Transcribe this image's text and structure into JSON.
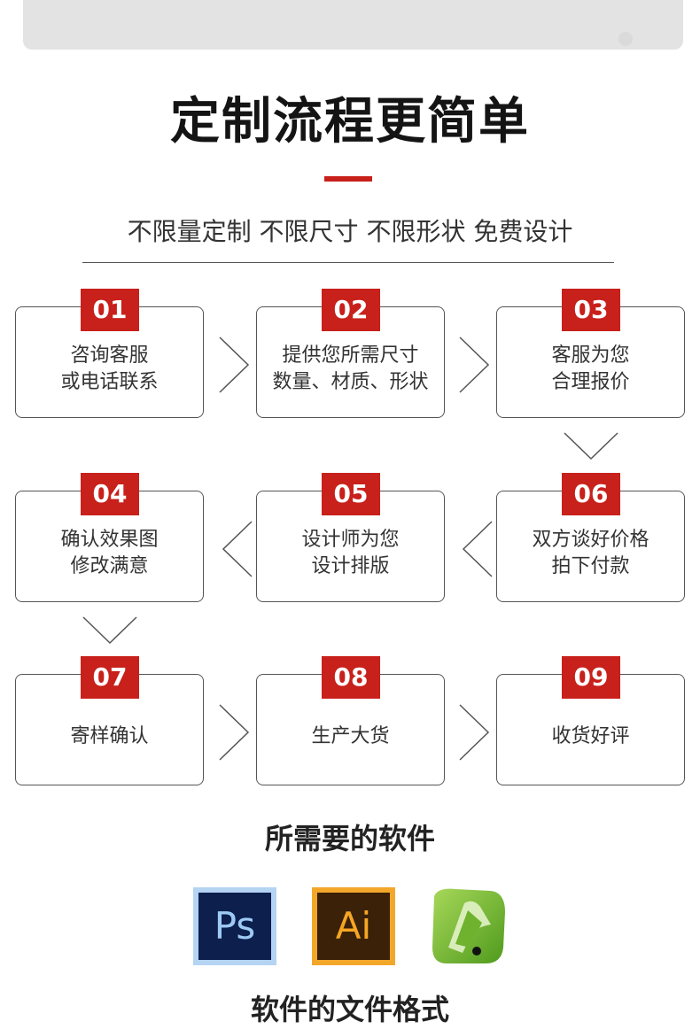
{
  "header": {
    "title": "定制流程更简单",
    "subtitle": "不限量定制 不限尺寸 不限形状 免费设计"
  },
  "steps": [
    {
      "num": "01",
      "line1": "咨询客服",
      "line2": "或电话联系"
    },
    {
      "num": "02",
      "line1": "提供您所需尺寸",
      "line2": "数量、材质、形状"
    },
    {
      "num": "03",
      "line1": "客服为您",
      "line2": "合理报价"
    },
    {
      "num": "04",
      "line1": "确认效果图",
      "line2": "修改满意"
    },
    {
      "num": "05",
      "line1": "设计师为您",
      "line2": "设计排版"
    },
    {
      "num": "06",
      "line1": "双方谈好价格",
      "line2": "拍下付款"
    },
    {
      "num": "07",
      "line1": "寄样确认",
      "line2": ""
    },
    {
      "num": "08",
      "line1": "生产大货",
      "line2": ""
    },
    {
      "num": "09",
      "line1": "收货好评",
      "line2": ""
    }
  ],
  "software": {
    "title": "所需要的软件",
    "icons": [
      {
        "name": "photoshop-icon",
        "label": "Ps",
        "bg": "#0c1f4d",
        "fg": "#9ec9f5",
        "border": "#b5d3f3"
      },
      {
        "name": "illustrator-icon",
        "label": "Ai",
        "bg": "#3a2107",
        "fg": "#f6a623",
        "border": "#f3a72a"
      },
      {
        "name": "coreldraw-icon",
        "bg": "#7cbf2f"
      }
    ]
  },
  "formats": {
    "title": "软件的文件格式"
  },
  "colors": {
    "accent": "#c8201b",
    "border": "#555555"
  }
}
